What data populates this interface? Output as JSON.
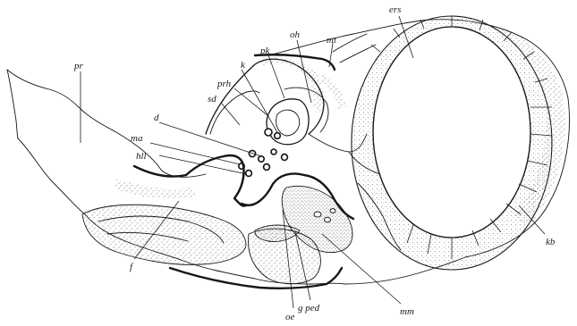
{
  "figure": {
    "labels": {
      "ers": "ers",
      "mt": "mt",
      "oh": "oh",
      "pk": "pk",
      "k": "k",
      "prh": "prh",
      "sd": "sd",
      "pr": "pr",
      "d": "d",
      "ma": "ma",
      "hll": "hll",
      "f": "f",
      "kb": "kb",
      "mm": "mm",
      "gped": "g ped",
      "oe": "oe"
    }
  }
}
